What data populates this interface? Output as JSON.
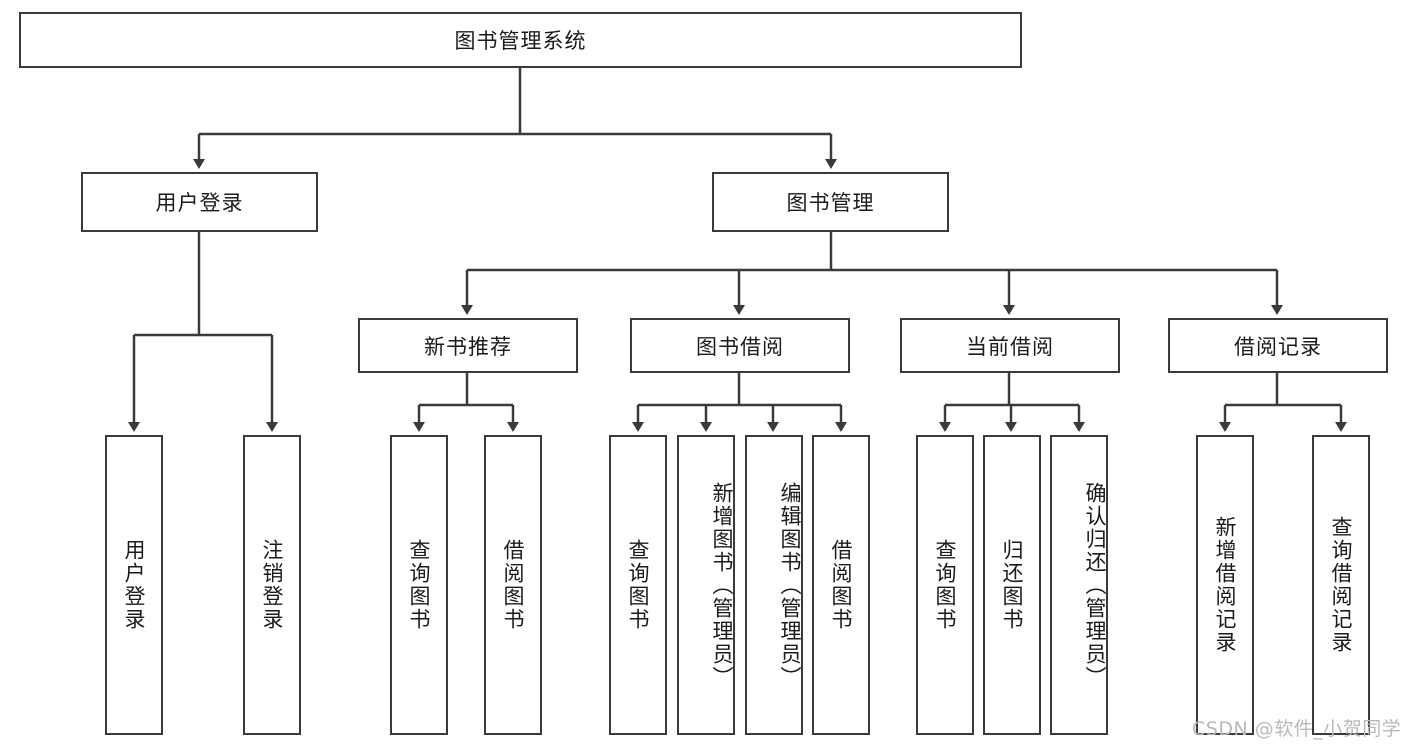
{
  "diagram": {
    "type": "tree",
    "title": "图书管理系统",
    "root": {
      "label": "图书管理系统"
    },
    "level2": {
      "user_login": "用户登录",
      "book_manage": "图书管理"
    },
    "level3": {
      "new_book_recommend": "新书推荐",
      "book_borrow": "图书借阅",
      "current_borrow": "当前借阅",
      "borrow_record": "借阅记录"
    },
    "leaves": {
      "user_login_1": "用户登录",
      "user_login_2": "注销登录",
      "recommend_1": "查询图书",
      "recommend_2": "借阅图书",
      "borrow_1": "查询图书",
      "borrow_2": "新增图书（管理员）",
      "borrow_3": "编辑图书（管理员）",
      "borrow_4": "借阅图书",
      "current_1": "查询图书",
      "current_2": "归还图书",
      "current_3": "确认归还（管理员）",
      "record_1": "新增借阅记录",
      "record_2": "查询借阅记录"
    }
  },
  "watermark": {
    "text": "CSDN @软件_小贺同学"
  },
  "colors": {
    "stroke": "#3a3a3a",
    "text": "#1b1b1b",
    "background": "#ffffff",
    "watermark": "#b9b9b9"
  }
}
